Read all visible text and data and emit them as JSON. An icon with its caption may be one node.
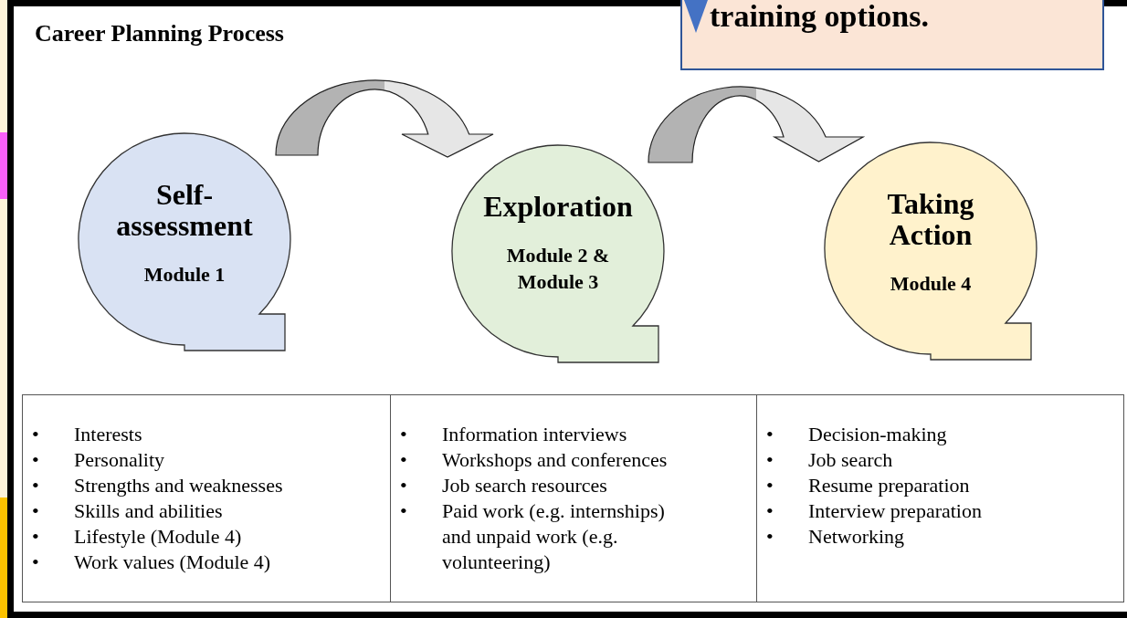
{
  "diagram": {
    "title": "Career Planning Process",
    "nodes": [
      {
        "text": [
          "training options."
        ]
      },
      {
        "text": [
          "Self- assessment",
          "Module 1"
        ]
      },
      {
        "text": [
          "Exploration",
          "Module 2 & Module 3"
        ]
      },
      {
        "text": [
          "Taking Action",
          "Module 4"
        ]
      },
      {
        "text": [
          "Interests",
          "Personality",
          "Strengths and weaknesses",
          "Skills and abilities",
          "Lifestyle (Module 4)",
          "Work values (Module 4)"
        ]
      },
      {
        "text": [
          "Information interviews",
          "Workshops and conferences",
          "Job search resources",
          "Paid work (e.g. internships) and unpaid work (e.g. volunteering)"
        ]
      },
      {
        "text": [
          "Decision-making",
          "Job search",
          "Resume preparation",
          "Interview preparation",
          "Networking"
        ]
      }
    ],
    "labels": [
      "•",
      "•",
      "•",
      "•",
      "•",
      "•",
      "•",
      "•",
      "•",
      "•",
      "•",
      "•",
      "•",
      "•",
      "•"
    ],
    "edges": [
      {
        "from": 1,
        "to": 2,
        "arrow": "to"
      },
      {
        "from": 2,
        "to": 3,
        "arrow": "to"
      }
    ]
  }
}
